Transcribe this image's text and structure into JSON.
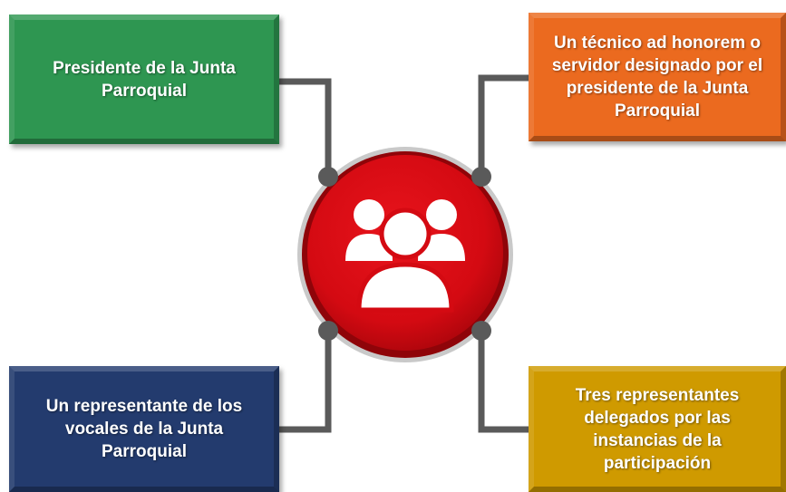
{
  "diagram": {
    "center_icon": "people-group-icon",
    "colors": {
      "top_left": "#2e9651",
      "top_right": "#eb6a1f",
      "bottom_left": "#233b6e",
      "bottom_right": "#cf9a00",
      "center": "#d40a12",
      "connector": "#5a5a5a"
    },
    "boxes": {
      "top_left": {
        "text": "Presidente de la Junta Parroquial"
      },
      "top_right": {
        "text": "Un técnico ad honorem o servidor designado por el presidente de la Junta Parroquial"
      },
      "bottom_left": {
        "text": "Un representante de los vocales de la Junta Parroquial"
      },
      "bottom_right": {
        "text": "Tres representantes delegados por las instancias de la participación"
      }
    }
  }
}
